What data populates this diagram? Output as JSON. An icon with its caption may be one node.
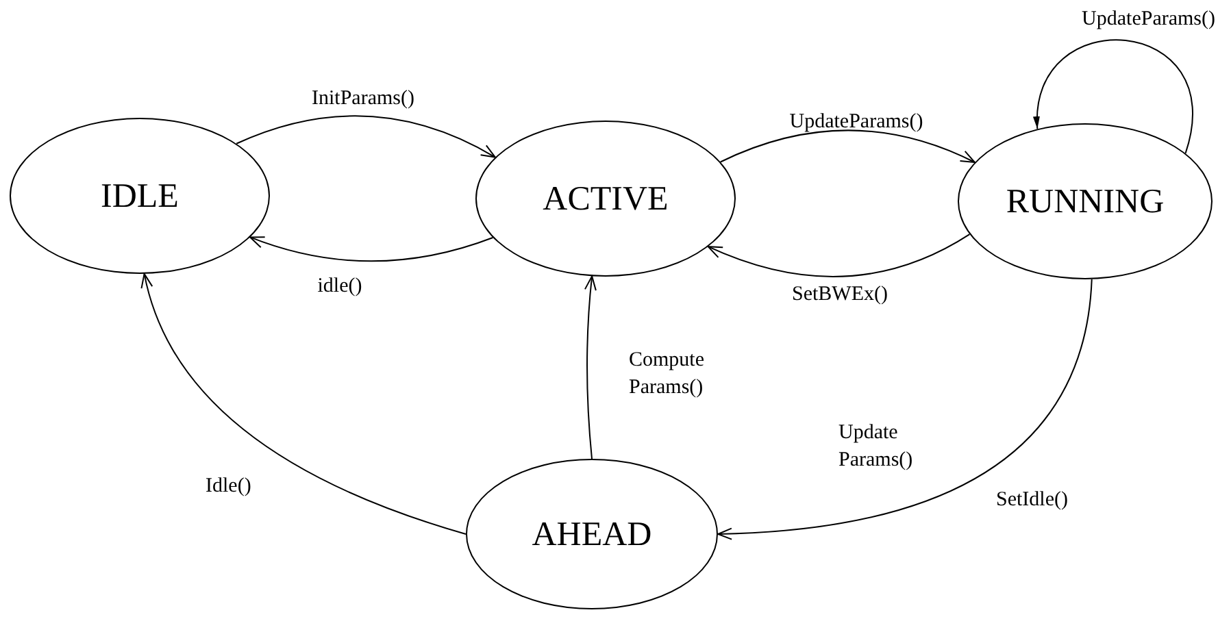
{
  "diagram": {
    "nodes": [
      {
        "text": [
          "IDLE"
        ]
      },
      {
        "text": [
          "ACTIVE"
        ]
      },
      {
        "text": [
          "RUNNING"
        ]
      },
      {
        "text": [
          "AHEAD"
        ]
      }
    ],
    "edges": [
      {
        "from": 0,
        "to": 1,
        "arrow": "to",
        "label": "InitParams()"
      },
      {
        "from": 1,
        "to": 0,
        "arrow": "to",
        "label": "idle()"
      },
      {
        "from": 1,
        "to": 2,
        "arrow": "to",
        "label": "UpdateParams()"
      },
      {
        "from": 2,
        "to": 1,
        "arrow": "to",
        "label": "SetBWEx()"
      },
      {
        "from": 2,
        "to": 2,
        "arrow": "to",
        "label": "UpdateParams()"
      },
      {
        "from": 3,
        "to": 1,
        "arrow": "to",
        "label": "Compute Params()"
      },
      {
        "from": 3,
        "to": 0,
        "arrow": "to",
        "label": "Idle()"
      },
      {
        "from": 2,
        "to": 3,
        "arrow": "to",
        "label": "SetIdle()"
      }
    ],
    "labels": [
      "Update Params()"
    ]
  }
}
